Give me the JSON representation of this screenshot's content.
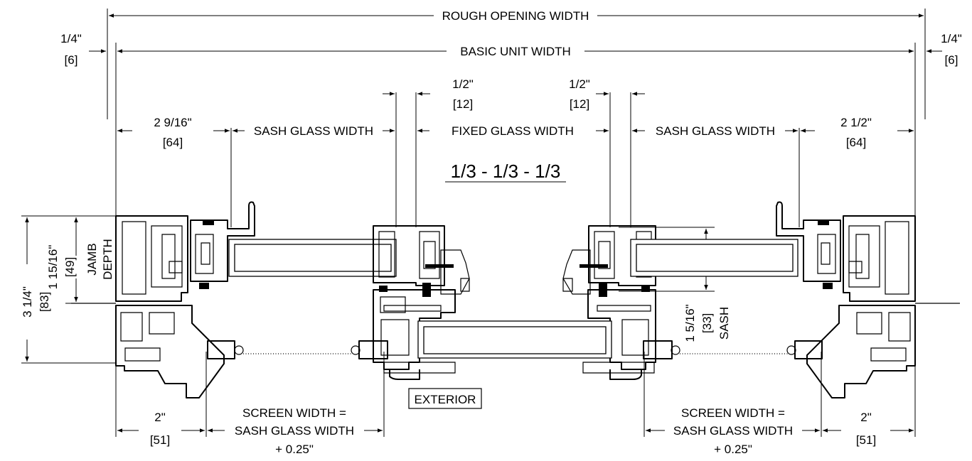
{
  "labels": {
    "rough_opening_width": "ROUGH OPENING WIDTH",
    "basic_unit_width": "BASIC UNIT WIDTH",
    "left_quarter": "1/4\"",
    "left_quarter_mm": "[6]",
    "right_quarter": "1/4\"",
    "right_quarter_mm": "[6]",
    "left_half": "1/2\"",
    "left_half_mm": "[12]",
    "right_half": "1/2\"",
    "right_half_mm": "[12]",
    "left_jamb_offset": "2 9/16\"",
    "left_jamb_offset_mm": "[64]",
    "right_jamb_offset": "2 1/2\"",
    "right_jamb_offset_mm": "[64]",
    "sash_glass_width_left": "SASH GLASS WIDTH",
    "fixed_glass_width": "FIXED GLASS WIDTH",
    "sash_glass_width_right": "SASH GLASS WIDTH",
    "ratio": "1/3 - 1/3 - 1/3",
    "jamb_height": "1 15/16\"",
    "jamb_height_mm": "[49]",
    "jamb": "JAMB",
    "depth": "DEPTH",
    "overall_height": "3 1/4\"",
    "overall_height_mm": "[83]",
    "sash_height": "1 5/16\"",
    "sash_height_mm": "[33]",
    "sash": "SASH",
    "exterior": "EXTERIOR",
    "left_bottom": "2\"",
    "left_bottom_mm": "[51]",
    "right_bottom": "2\"",
    "right_bottom_mm": "[51]",
    "screen_left_1": "SCREEN WIDTH =",
    "screen_left_2": "SASH GLASS WIDTH",
    "screen_left_3": "+ 0.25\"",
    "screen_right_1": "SCREEN WIDTH =",
    "screen_right_2": "SASH GLASS WIDTH",
    "screen_right_3": "+ 0.25\""
  }
}
